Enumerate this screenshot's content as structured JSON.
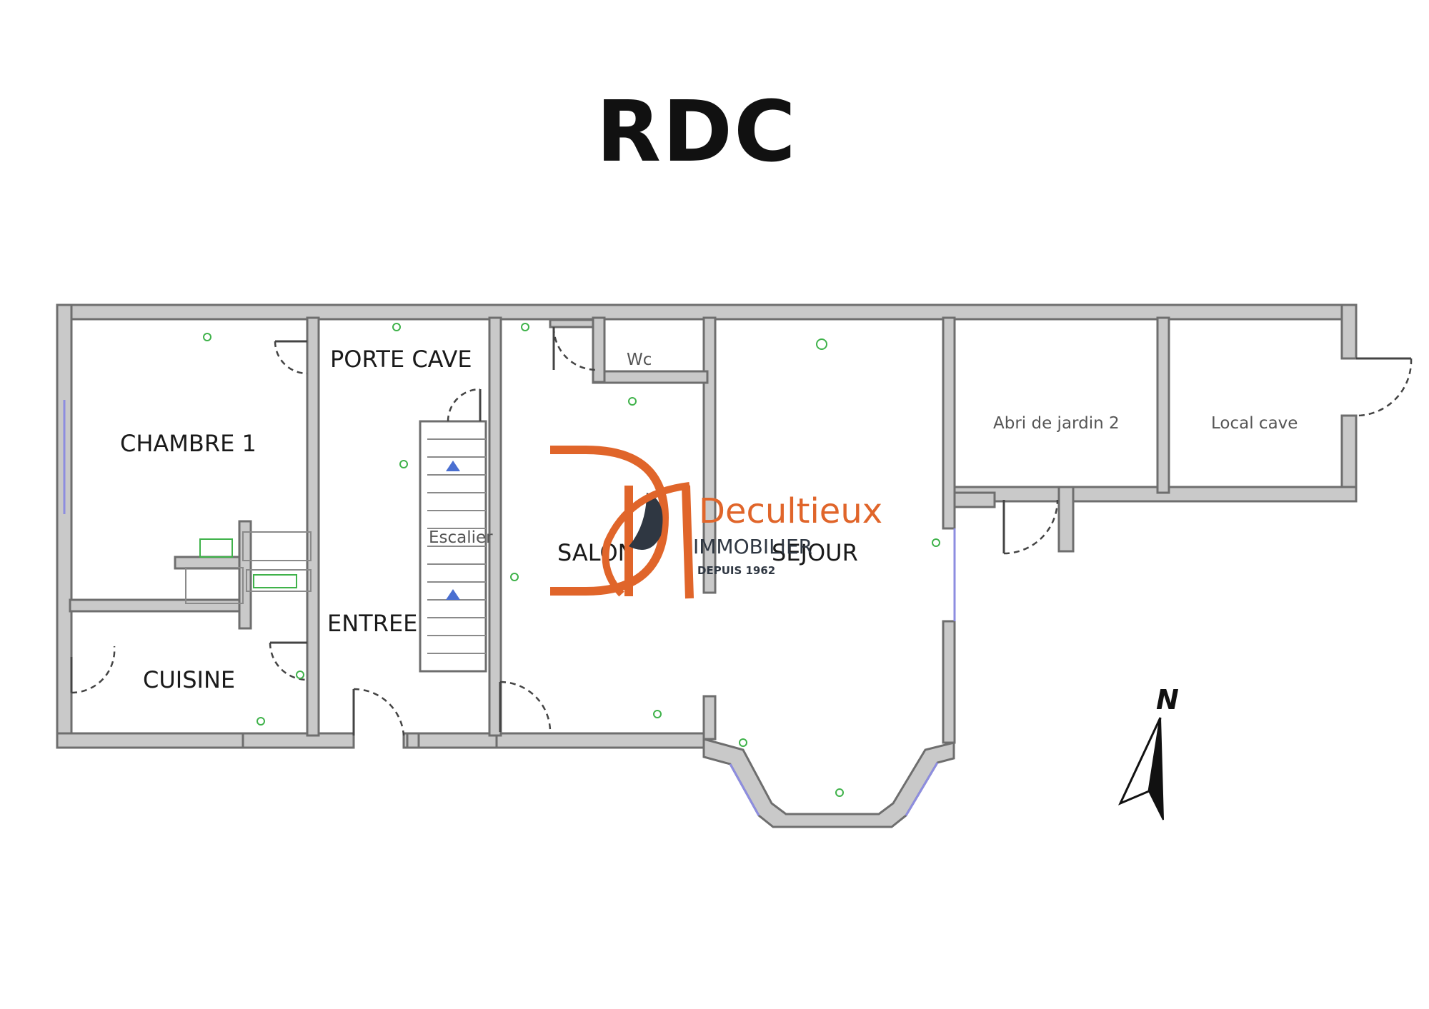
{
  "plan": {
    "title": "RDC",
    "rooms": {
      "chambre1": "CHAMBRE 1",
      "porte_cave": "PORTE CAVE",
      "entree": "ENTREE",
      "cuisine": "CUISINE",
      "salon": "SALON",
      "sejour": "SEJOUR",
      "wc": "Wc",
      "escalier": "Escalier",
      "abri_jardin": "Abri de jardin 2",
      "local_cave": "Local cave"
    },
    "north_label": "N"
  },
  "logo": {
    "name": "Decultieux",
    "subtitle": "IMMOBILIER",
    "tagline": "DEPUIS 1962",
    "colors": {
      "orange": "#e0652a",
      "dark": "#2f3742"
    }
  }
}
